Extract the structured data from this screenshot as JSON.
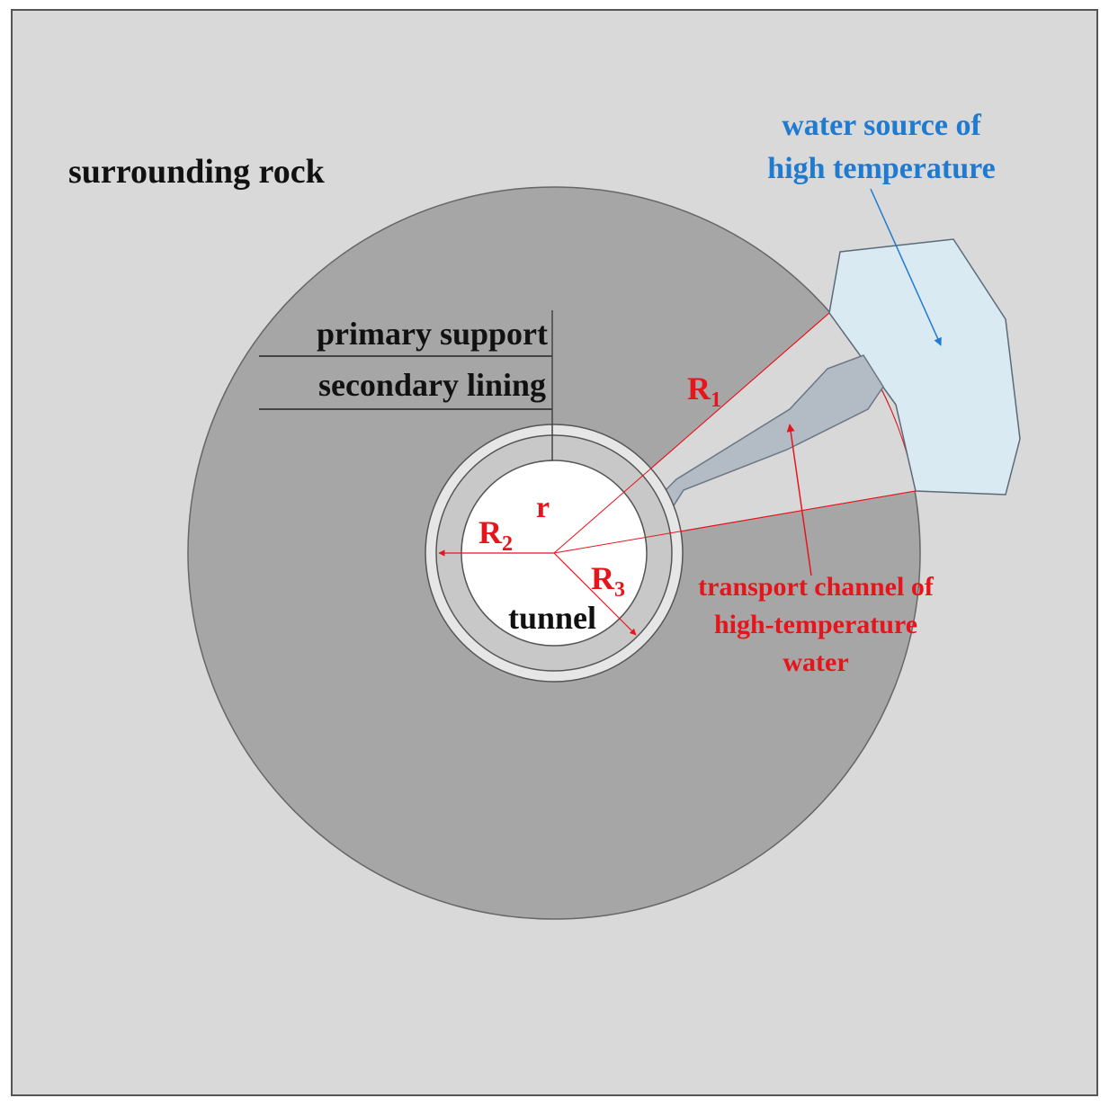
{
  "labels": {
    "surrounding_rock": "surrounding rock",
    "water_source_line1": "water source of",
    "water_source_line2": "high temperature",
    "primary_support": "primary support",
    "secondary_lining": "secondary lining",
    "r1_base": "R",
    "r1_sub": "1",
    "r2_base": "R",
    "r2_sub": "2",
    "r3_base": "R",
    "r3_sub": "3",
    "r_label": "r",
    "tunnel": "tunnel",
    "channel_line1": "transport channel of",
    "channel_line2": "high-temperature",
    "channel_line3": "water"
  },
  "colors": {
    "background": "#d9d9d9",
    "rock_zone": "#a6a6a6",
    "primary_support": "#e6e6e6",
    "secondary_lining": "#c8c8c8",
    "tunnel": "#ffffff",
    "sector": "#d8d8d8",
    "channel": "#b3bcc5",
    "water_source": "#daeaf3",
    "red": "#e8141b",
    "blue": "#1f7ad1"
  }
}
